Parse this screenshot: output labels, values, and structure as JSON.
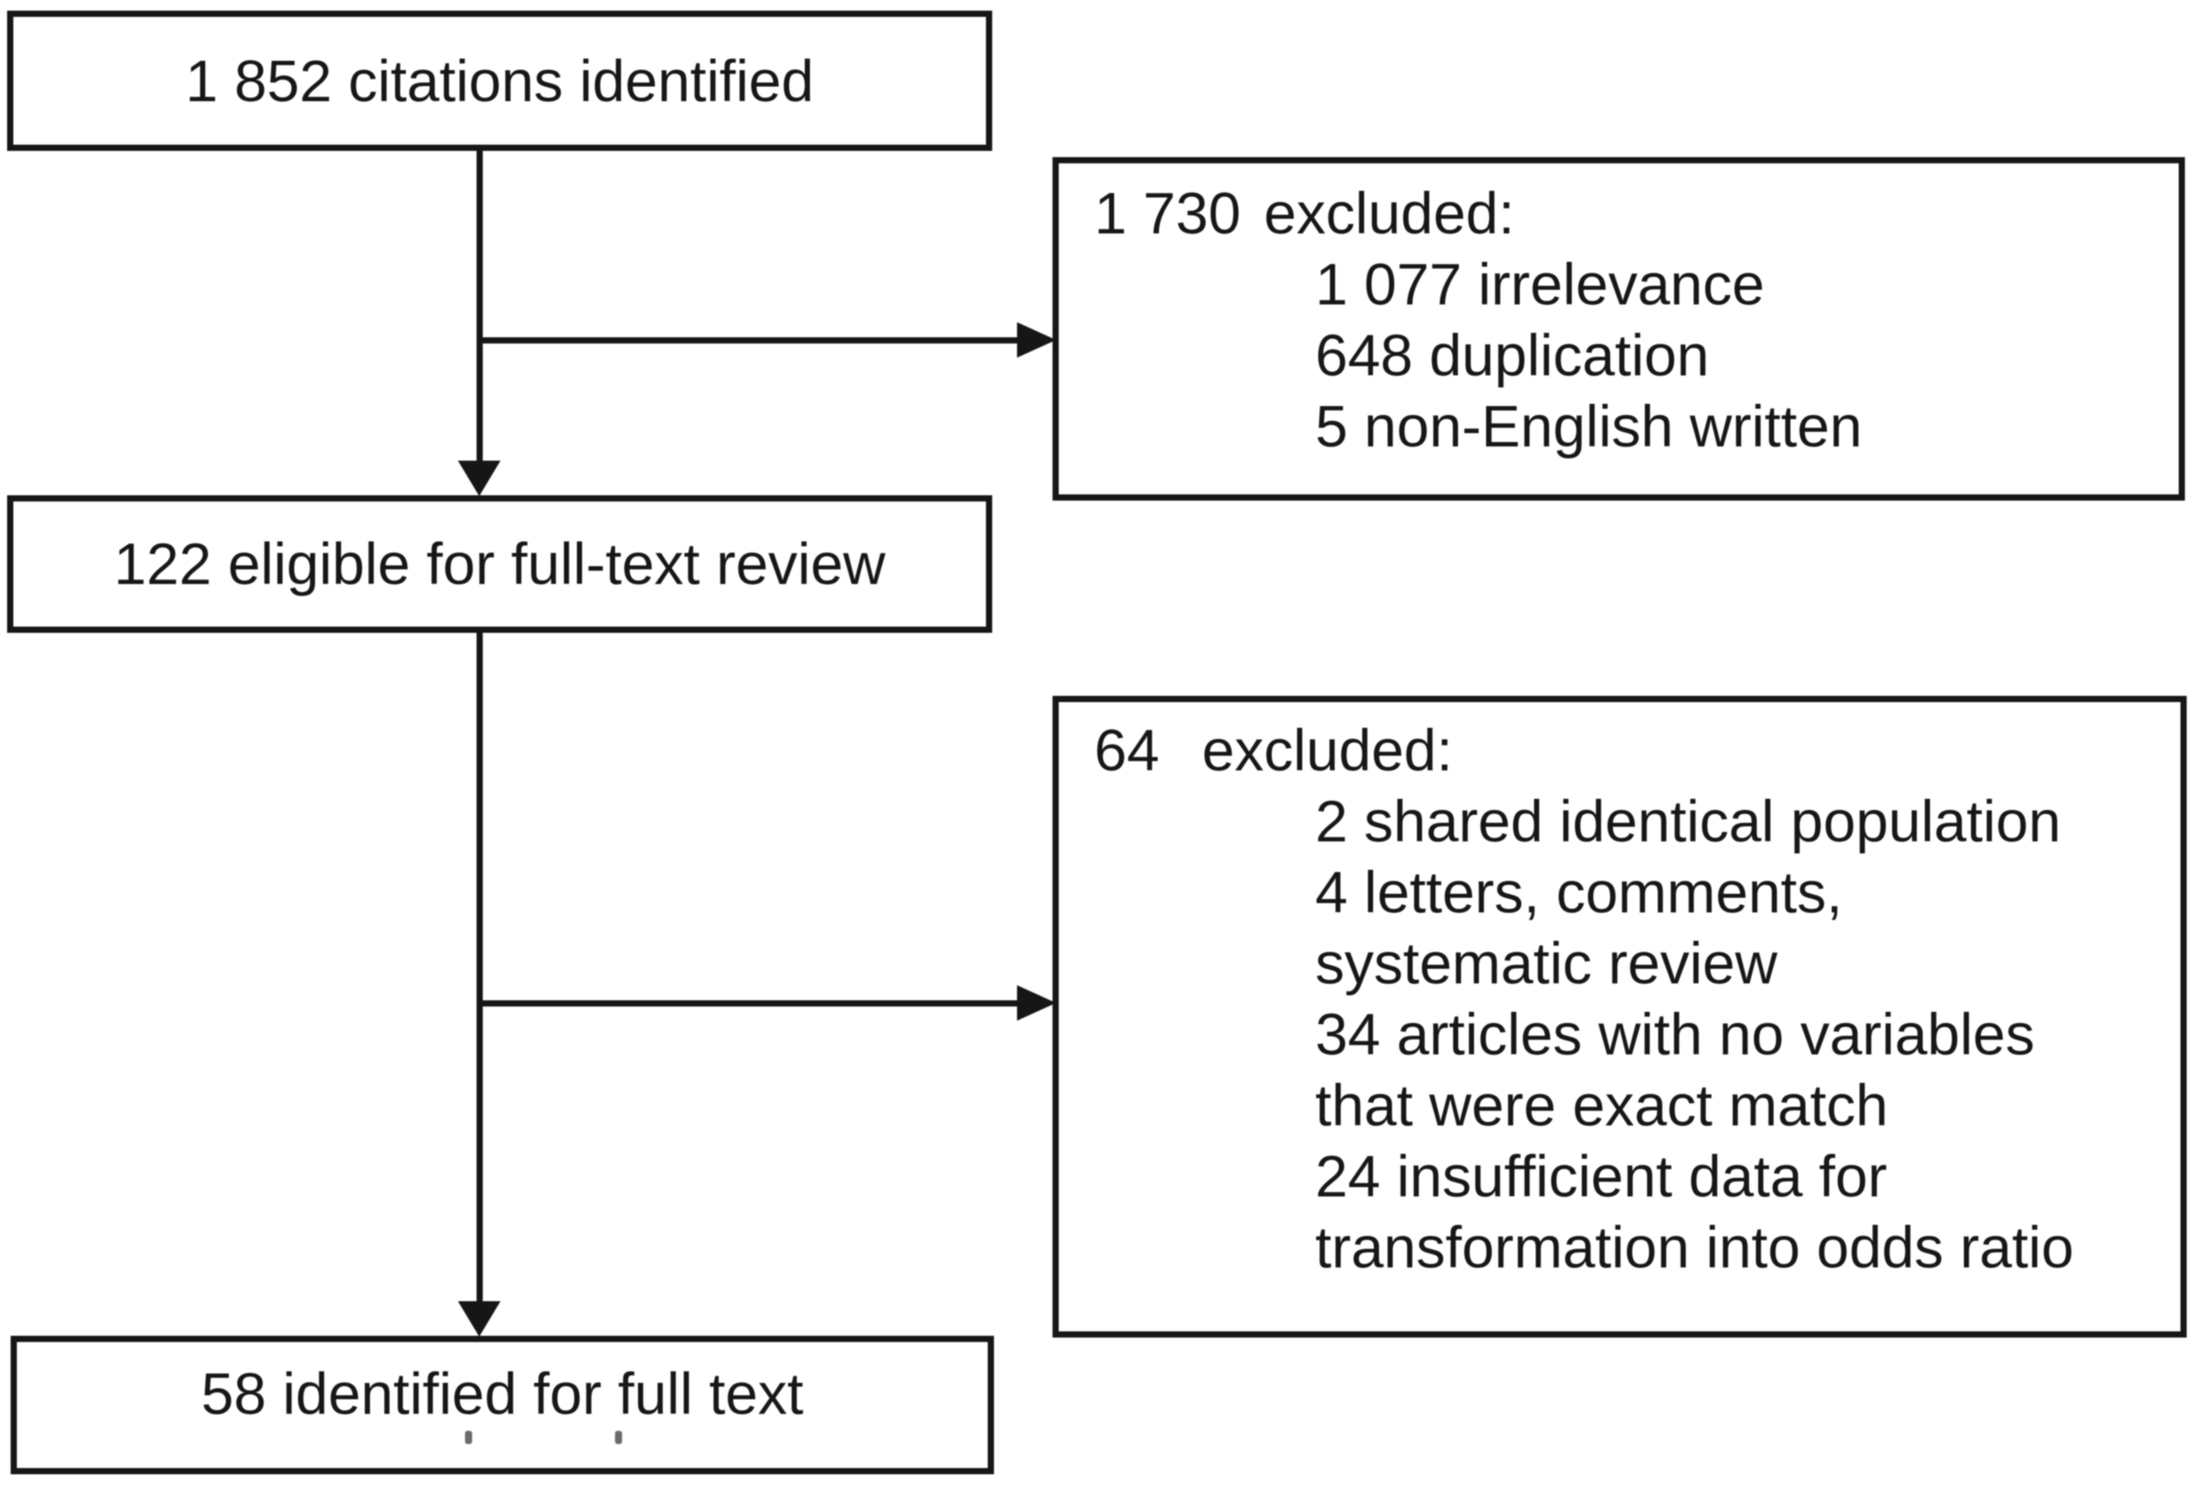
{
  "figure": {
    "type": "study-selection-flow-diagram",
    "colors": {
      "background": "#ffffff",
      "line": "#161616",
      "text": "#161616"
    },
    "nodes": {
      "citations": {
        "label": "1 852 citations identified"
      },
      "excluded_screening": {
        "count": "1 730",
        "title": "excluded:",
        "items": [
          "1 077 irrelevance",
          "648 duplication",
          "5 non-English written"
        ]
      },
      "eligible": {
        "label": "122 eligible for full-text review"
      },
      "excluded_fulltext": {
        "count": "64",
        "title": "excluded:",
        "items": [
          "2 shared identical population",
          "4 letters, comments,\nsystematic review",
          "34 articles with no variables\nthat were exact match",
          "24 insufficient data for\ntransformation into odds ratio"
        ]
      },
      "identified": {
        "label": "58 identified for full text"
      }
    }
  }
}
